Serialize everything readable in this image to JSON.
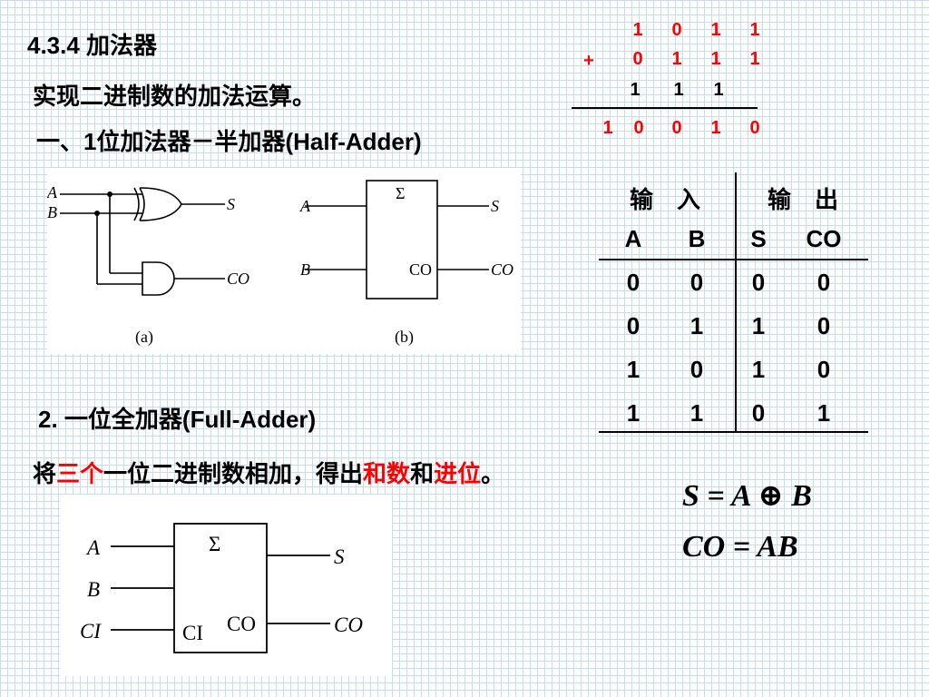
{
  "section_title": "4.3.4 加法器",
  "intro": "实现二进制数的加法运算。",
  "half_adder": {
    "title": "一、1位加法器－半加器(Half-Adder)"
  },
  "full_adder": {
    "title": "2. 一位全加器(Full-Adder)",
    "desc_parts": [
      "将",
      "三个",
      "一位二进制数相加，得出",
      "和数",
      "和",
      "进位",
      "。"
    ]
  },
  "addition": {
    "row1": [
      "1",
      "0",
      "1",
      "1"
    ],
    "plus": "+",
    "row2": [
      "0",
      "1",
      "1",
      "1"
    ],
    "carry": [
      "1",
      "1",
      "1"
    ],
    "result": [
      "1",
      "0",
      "0",
      "1",
      "0"
    ],
    "color": "#ff0000"
  },
  "truth_table": {
    "group_headers": [
      "输　入",
      "输　出"
    ],
    "headers": [
      "A",
      "B",
      "S",
      "CO"
    ],
    "rows": [
      [
        "0",
        "0",
        "0",
        "0"
      ],
      [
        "0",
        "1",
        "1",
        "0"
      ],
      [
        "1",
        "0",
        "1",
        "0"
      ],
      [
        "1",
        "1",
        "0",
        "1"
      ]
    ]
  },
  "formulas": {
    "sum": "S = A ⊕ B",
    "carry": "CO = AB"
  },
  "figure_half": {
    "labels": {
      "a": "A",
      "b": "B",
      "s": "S",
      "co": "CO",
      "sigma": "Σ",
      "co_inner": "CO"
    },
    "captions": [
      "(a)",
      "(b)"
    ]
  },
  "figure_full": {
    "labels": {
      "a": "A",
      "b": "B",
      "ci": "CI",
      "s": "S",
      "co": "CO",
      "sigma": "Σ",
      "ci_inner": "CI",
      "co_inner": "CO"
    }
  }
}
